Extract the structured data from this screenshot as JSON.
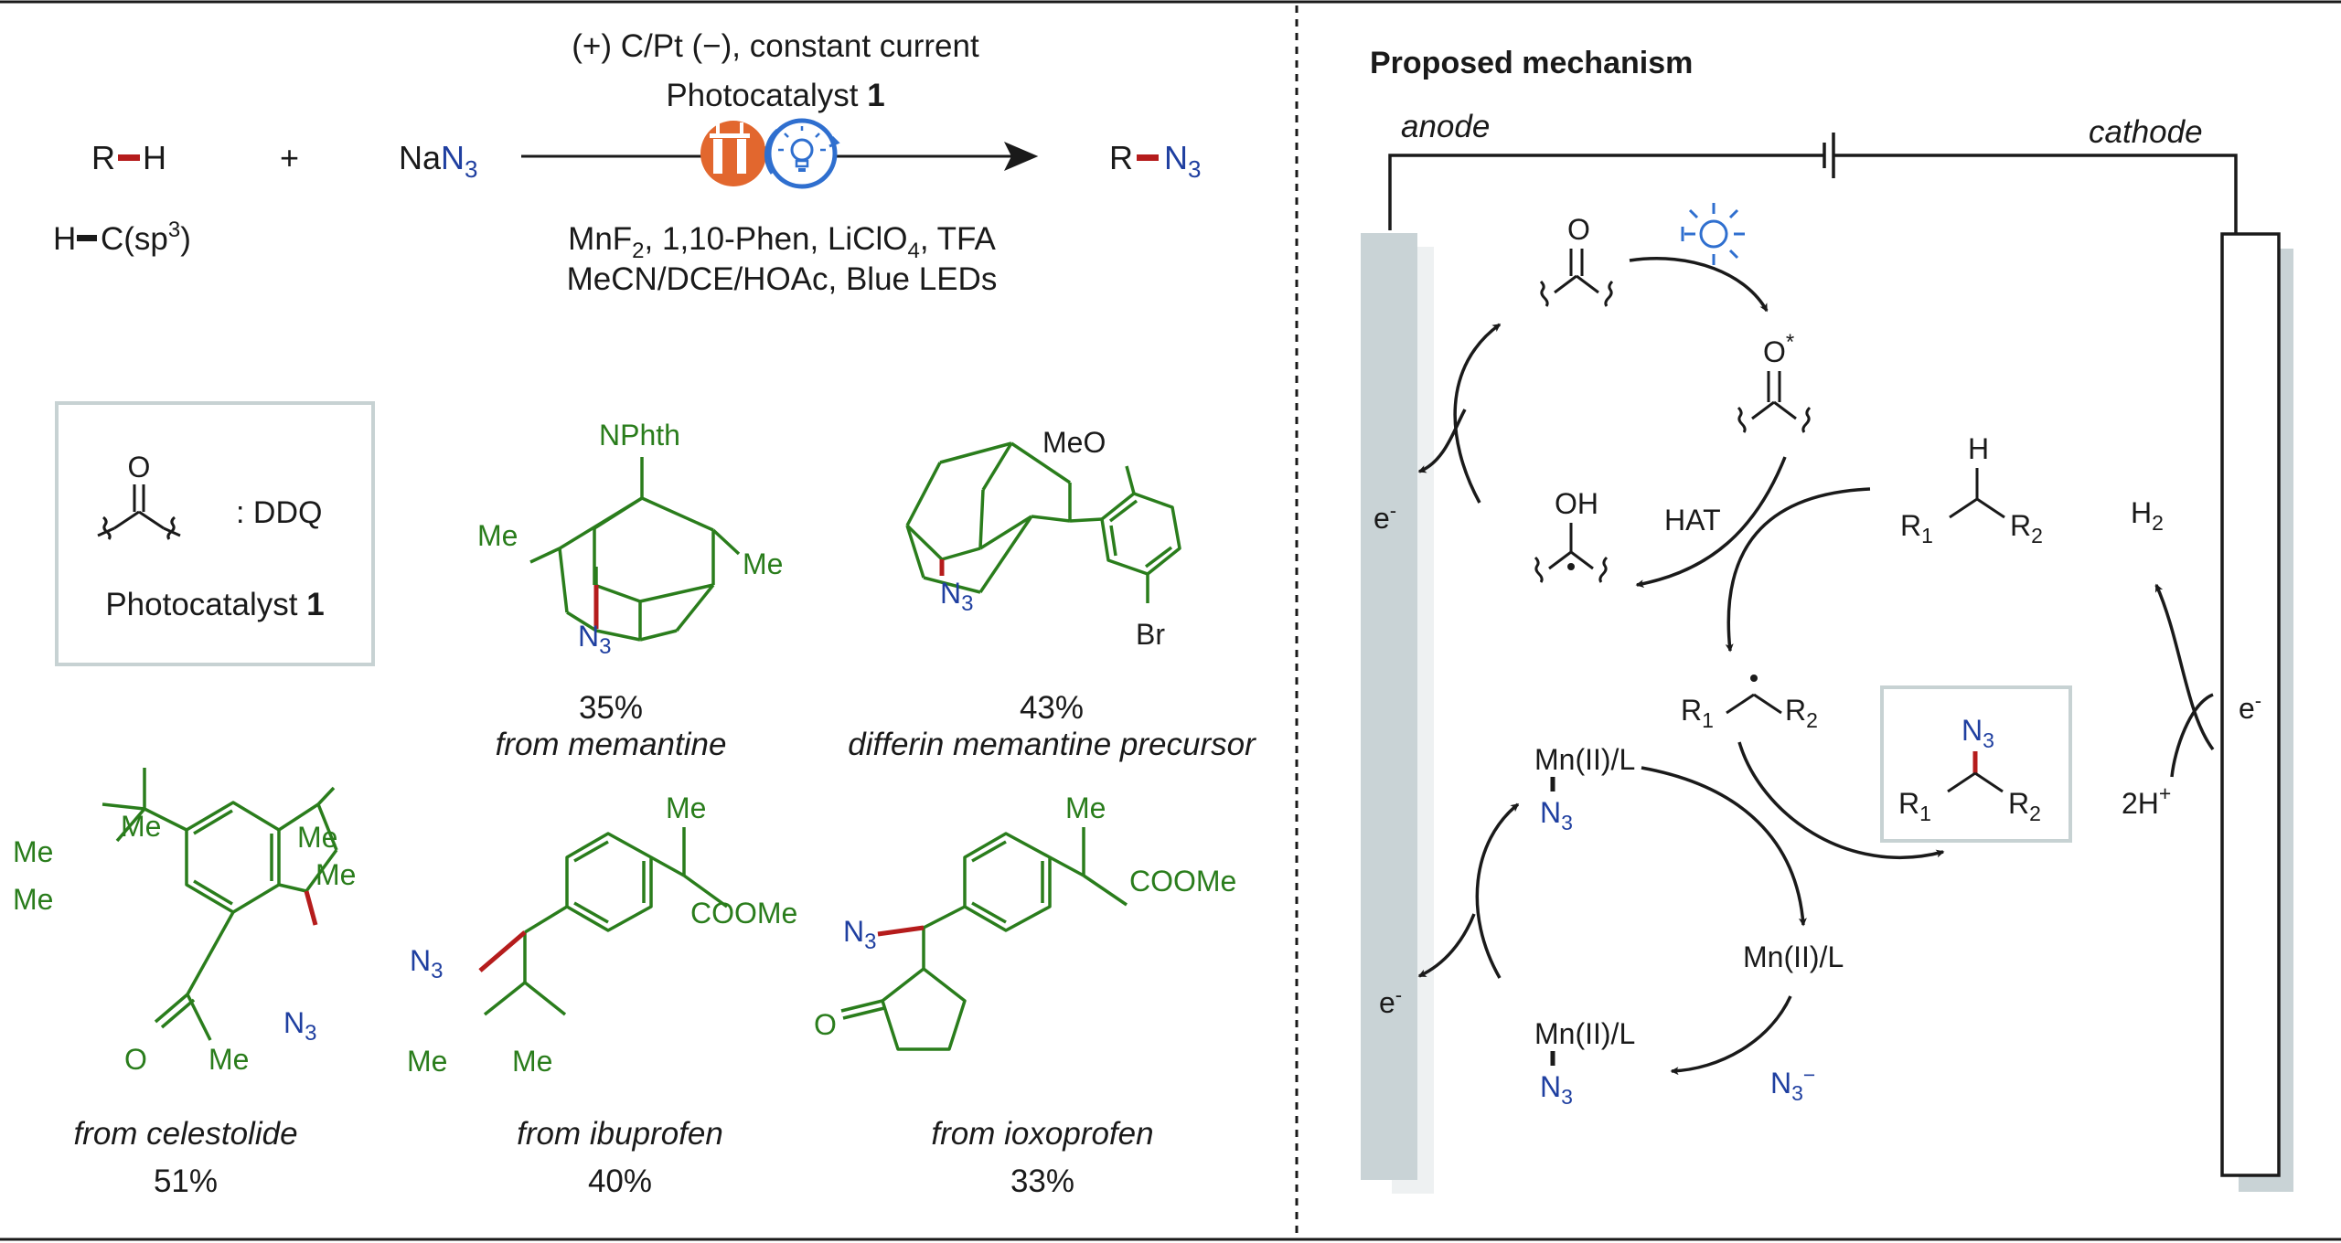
{
  "colors": {
    "black": "#1a1a1a",
    "blue": "#1f3fa0",
    "green": "#2a7d1c",
    "red": "#b51c1c",
    "orange": "#e2672e",
    "azide_blue": "#2f6fcf",
    "electrode_gray": "#c9d3d6",
    "box_gray": "#c7d2d3"
  },
  "reaction": {
    "conditions_top": "(+) C/Pt (−), constant current",
    "photocat_label": "Photocatalyst",
    "photocat_number": "1",
    "reactant_r": "R",
    "reactant_h": "H",
    "plus": "+",
    "reagent_na": "Na",
    "reagent_n": "N",
    "reagent_sub": "3",
    "product_r": "R",
    "product_n": "N",
    "product_sub": "3",
    "bond_h": "H",
    "bond_c": "C(sp",
    "bond_sup": "3",
    "bond_close": ")",
    "conditions_line1_a": "MnF",
    "conditions_line1_sub1": "2",
    "conditions_line1_b": ", 1,10-Phen, LiClO",
    "conditions_line1_sub2": "4",
    "conditions_line1_c": ", TFA",
    "conditions_line2": "MeCN/DCE/HOAc, Blue LEDs",
    "icons": [
      "electrode-icon",
      "lightbulb-icon"
    ]
  },
  "photocatalyst_box": {
    "o": "O",
    "ddq": ": DDQ",
    "label": "Photocatalyst",
    "number": "1"
  },
  "examples": [
    {
      "yield": "35%",
      "source": "from memantine",
      "labels": {
        "nphth": "NPhth",
        "me_left": "Me",
        "me_right": "Me",
        "n": "N",
        "n_sub": "3"
      }
    },
    {
      "yield": "43%",
      "source": "differin memantine precursor",
      "labels": {
        "meo": "MeO",
        "br": "Br",
        "n": "N",
        "n_sub": "3"
      }
    },
    {
      "yield": "51%",
      "source": "from celestolide",
      "labels": {
        "me1": "Me",
        "me2": "Me",
        "me3": "Me",
        "me4": "Me",
        "me5": "Me",
        "ketone_o": "O",
        "ketone_me": "Me",
        "n": "N",
        "n_sub": "3"
      }
    },
    {
      "yield": "40%",
      "source": "from ibuprofen",
      "labels": {
        "me_top": "Me",
        "ester": "COOMe",
        "me_l": "Me",
        "me_r": "Me",
        "n": "N",
        "n_sub": "3"
      }
    },
    {
      "yield": "33%",
      "source": "from ioxoprofen",
      "labels": {
        "me_top": "Me",
        "ester": "COOMe",
        "o": "O",
        "n": "N",
        "n_sub": "3"
      }
    }
  ],
  "mechanism": {
    "title": "Proposed mechanism",
    "anode": "anode",
    "cathode": "cathode",
    "electron_top": "e",
    "electron_bottom": "e",
    "electron_right": "e",
    "electron_sup": "-",
    "o_label": "O",
    "o_star_label": "O",
    "star": "*",
    "oh_label": "OH",
    "hat": "HAT",
    "h_top": "H",
    "r1": "R",
    "r2": "R",
    "sub1": "1",
    "sub2": "2",
    "h2": "H",
    "h2_sub": "2",
    "two_h": "2H",
    "plus_sup": "+",
    "mn_n3_top": "Mn(II)/L",
    "mn_mid": "Mn(II)/L",
    "mn_n3_bottom": "Mn(II)/L",
    "n": "N",
    "n_sub": "3",
    "azide_anion": "N",
    "azide_sub": "3",
    "azide_sup": "−"
  }
}
